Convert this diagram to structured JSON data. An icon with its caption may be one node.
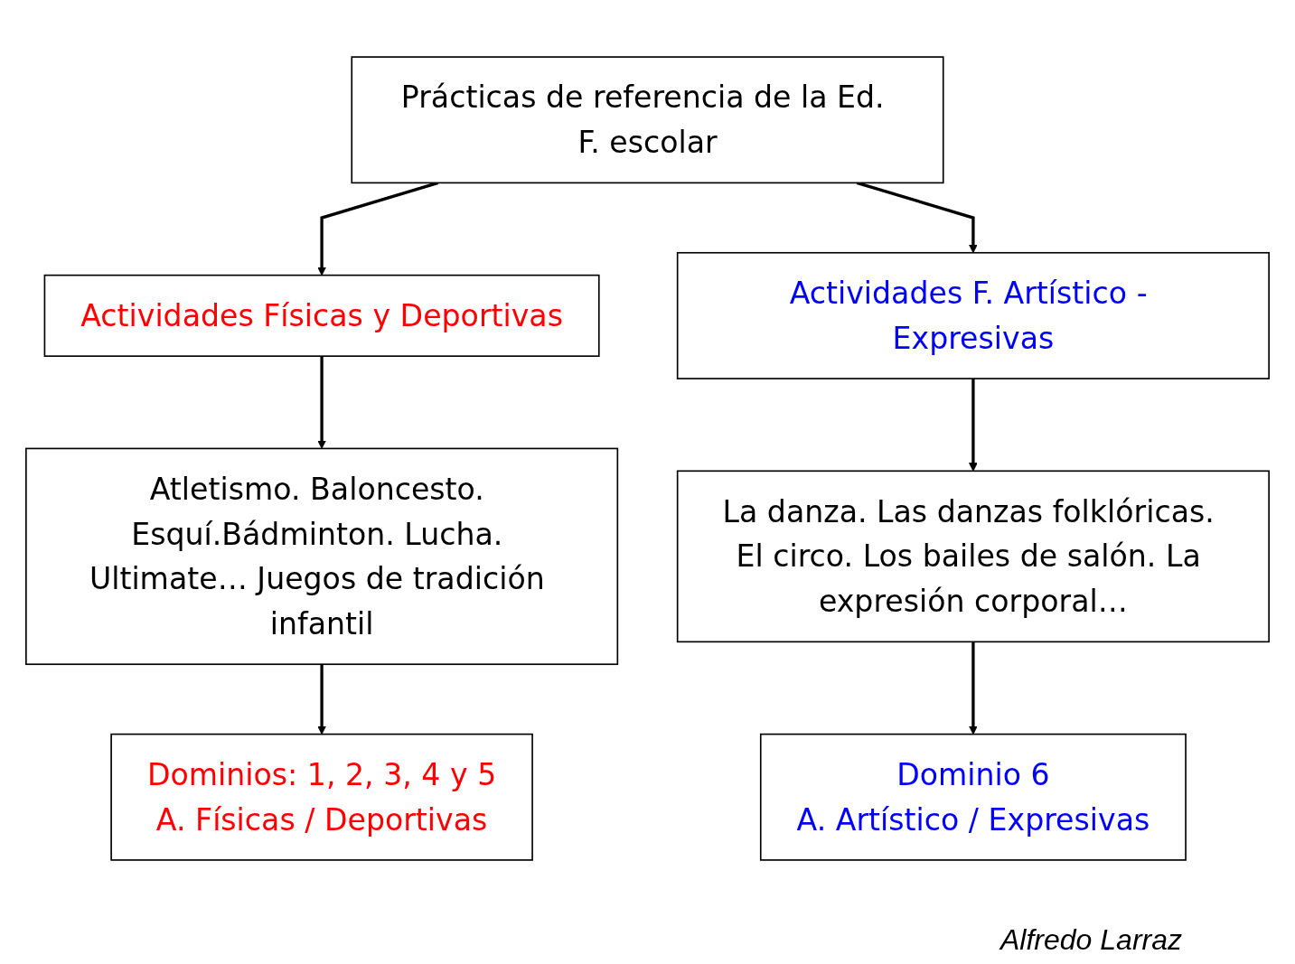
{
  "diagram": {
    "nodes": [
      {
        "text": [
          "Prácticas de referencia de la Ed. F. escolar"
        ]
      },
      {
        "text": [
          "Actividades Físicas y Deportivas"
        ]
      },
      {
        "text": [
          "Actividades F. Artístico - Expresivas"
        ]
      },
      {
        "text": [
          "Atletismo. Baloncesto. Esquí.Bádminton. Lucha. Ultimate… Juegos de tradición infantil"
        ]
      },
      {
        "text": [
          "La danza. Las danzas folklóricas. El circo. Los bailes de salón. La expresión corporal…"
        ]
      },
      {
        "text": [
          "Dominios: 1, 2, 3, 4 y 5",
          "A. Físicas / Deportivas"
        ]
      },
      {
        "text": [
          "Dominio 6",
          "A. Artístico / Expresivas"
        ]
      }
    ],
    "edges": [
      {
        "from": 0,
        "to": 1,
        "arrow": "to"
      },
      {
        "from": 0,
        "to": 2,
        "arrow": "to"
      },
      {
        "from": 1,
        "to": 3,
        "arrow": "to"
      },
      {
        "from": 2,
        "to": 4,
        "arrow": "to"
      },
      {
        "from": 3,
        "to": 5,
        "arrow": "to"
      },
      {
        "from": 4,
        "to": 6,
        "arrow": "to"
      }
    ],
    "labels": [
      "Alfredo Larraz"
    ]
  }
}
